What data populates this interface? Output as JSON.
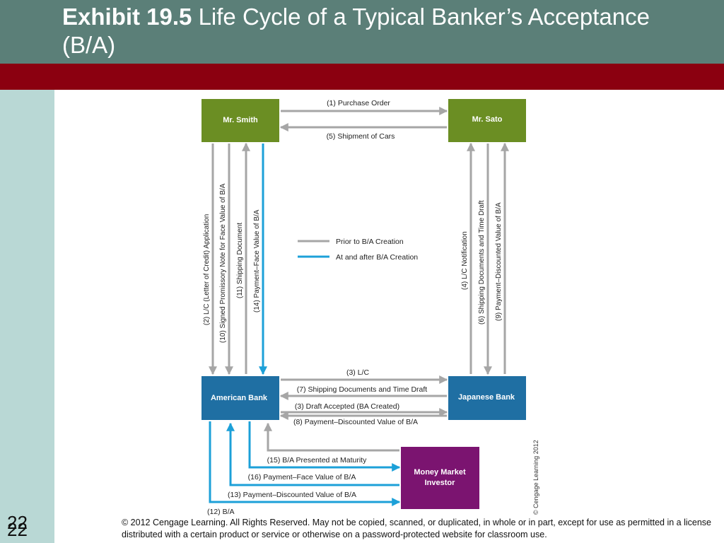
{
  "title": {
    "exhibit": "Exhibit 19.5",
    "text": "Life Cycle of a Typical Banker’s Acceptance (B/A)"
  },
  "slide_number": "22",
  "copyright": "© 2012 Cengage Learning. All Rights Reserved. May not be copied, scanned, or duplicated, in whole or in part, except for use as permitted in a license distributed with a certain product or service or otherwise on a password-protected website for classroom use.",
  "diagram": {
    "nodes": {
      "smith": "Mr. Smith",
      "sato": "Mr. Sato",
      "american_bank": "American Bank",
      "japanese_bank": "Japanese Bank",
      "investor_line1": "Money Market",
      "investor_line2": "Investor"
    },
    "flows": {
      "f1": "(1) Purchase Order",
      "f5": "(5) Shipment of Cars",
      "f2": "(2) L/C (Letter of Credit) Application",
      "f10": "(10) Signed Promissory Note for Face Value of B/A",
      "f11": "(11) Shipping Document",
      "f14": "(14) Payment–Face Value of B/A",
      "f4": "(4) L/C Notification",
      "f6": "(6) Shipping Documents and Time Draft",
      "f9": "(9) Payment–Discounted Value of B/A",
      "f3a": "(3) L/C",
      "f7": "(7) Shipping Documents and Time Draft",
      "f3b": "(3) Draft Accepted (BA Created)",
      "f8": "(8) Payment–Discounted Value of B/A",
      "f15": "(15) B/A Presented at Maturity",
      "f16": "(16) Payment–Face Value of B/A",
      "f13": "(13) Payment–Discounted Value of B/A",
      "f12": "(12) B/A"
    },
    "legend": {
      "prior": "Prior to B/A Creation",
      "after": "At and after B/A Creation"
    },
    "credit": "© Cengage Learning 2012"
  },
  "colors": {
    "header": "#5b7f78",
    "red_band": "#8b0010",
    "sidebar": "#b9d8d5",
    "green_box": "#6b8e23",
    "blue_box": "#1f6fa3",
    "purple_box": "#7b1470",
    "gray_arrow": "#a6a6a6",
    "blue_arrow": "#1ca0d8"
  }
}
